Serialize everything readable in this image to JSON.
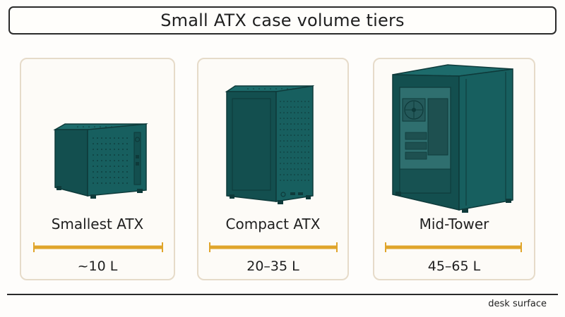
{
  "title": "Small ATX case volume tiers",
  "tiers": [
    {
      "name": "Smallest ATX",
      "volume": "~10 L"
    },
    {
      "name": "Compact ATX",
      "volume": "20–35 L"
    },
    {
      "name": "Mid-Tower",
      "volume": "45–65 L"
    }
  ],
  "ground_label": "desk surface",
  "colors": {
    "case_body": "#175f5f",
    "case_dark": "#0f4545",
    "volume_bar": "#e0a52b",
    "card_border": "#e6dbc9"
  },
  "icons": [
    "small-cube-case-icon",
    "compact-tower-case-icon",
    "mid-tower-case-icon"
  ]
}
